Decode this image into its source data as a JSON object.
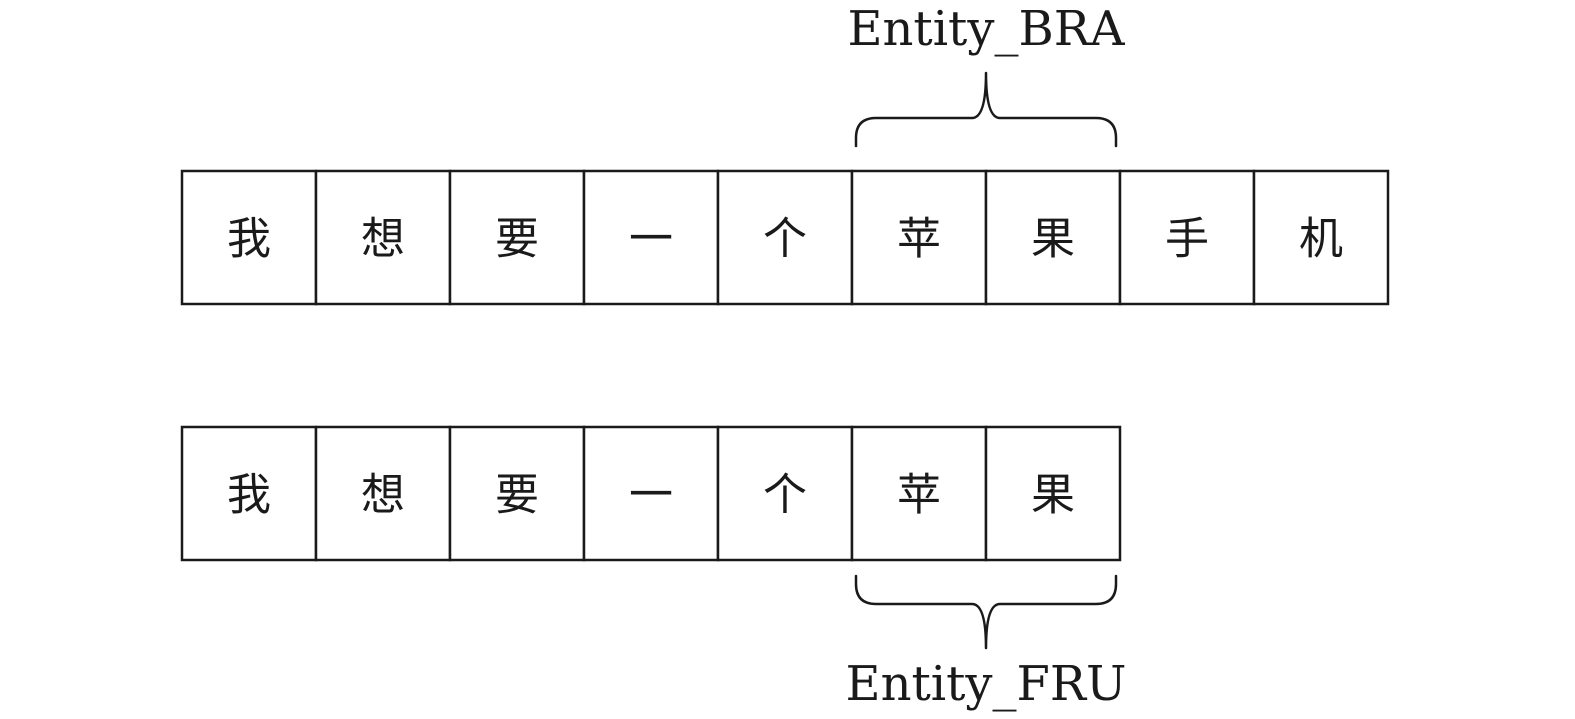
{
  "rows": [
    {
      "name": "sequence-row-brand",
      "chars": [
        "我",
        "想",
        "要",
        "一",
        "个",
        "苹",
        "果",
        "手",
        "机"
      ],
      "entity": {
        "label": "Entity_BRA",
        "start": 5,
        "end": 6,
        "position": "above"
      }
    },
    {
      "name": "sequence-row-fruit",
      "chars": [
        "我",
        "想",
        "要",
        "一",
        "个",
        "苹",
        "果"
      ],
      "entity": {
        "label": "Entity_FRU",
        "start": 5,
        "end": 6,
        "position": "below"
      }
    }
  ],
  "colors": {
    "stroke": "#1a1a1a",
    "background": "#ffffff"
  }
}
